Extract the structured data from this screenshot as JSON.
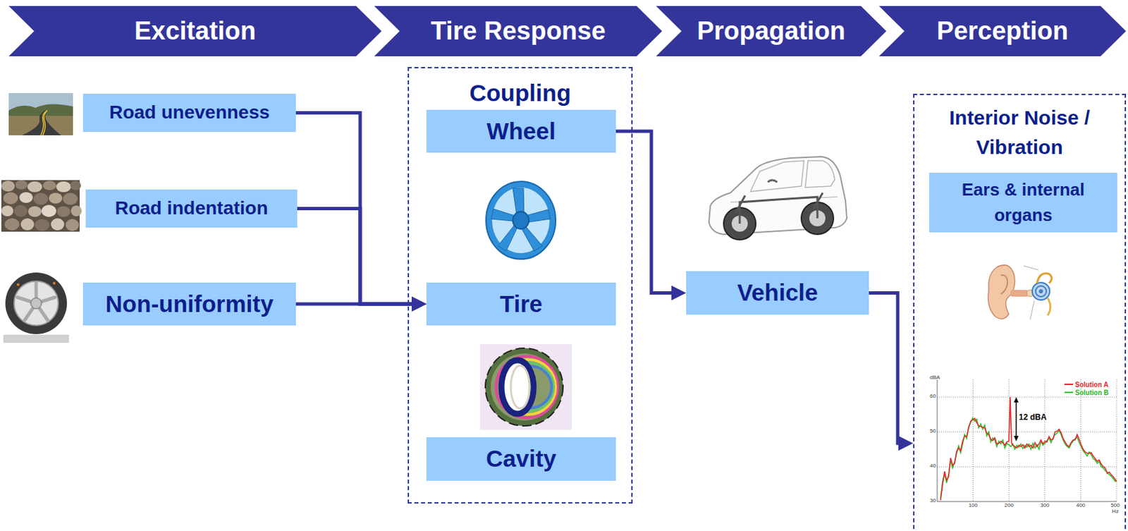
{
  "diagram": {
    "nodes": [
      {
        "text": [
          "Excitation"
        ]
      },
      {
        "text": [
          "Tire Response"
        ]
      },
      {
        "text": [
          "Propagation"
        ]
      },
      {
        "text": [
          "Perception"
        ]
      },
      {
        "text": [
          "Road unevenness"
        ]
      },
      {
        "text": [
          "Road indentation"
        ]
      },
      {
        "text": [
          "Non-uniformity"
        ]
      },
      {
        "text": [
          "Coupling"
        ]
      },
      {
        "text": [
          "Wheel"
        ],
        "in": 7
      },
      {
        "text": [
          "Tire"
        ],
        "in": 7
      },
      {
        "text": [
          "Cavity"
        ],
        "in": 7
      },
      {
        "text": [
          "Vehicle"
        ]
      },
      {
        "text": [
          "Interior Noise / Vibration"
        ]
      },
      {
        "text": [
          "Ears & internal organs"
        ],
        "in": 12
      }
    ],
    "edges": [
      {
        "from": 4,
        "to": 9,
        "arrow": "to"
      },
      {
        "from": 5,
        "to": 9,
        "arrow": "to"
      },
      {
        "from": 6,
        "to": 9,
        "arrow": "to"
      },
      {
        "from": 8,
        "to": 11,
        "arrow": "to"
      },
      {
        "from": 11,
        "to": 12,
        "arrow": "to"
      }
    ],
    "labels": [
      "dBA",
      "12 dBA",
      "60",
      "50",
      "40",
      "30",
      "100",
      "200",
      "300",
      "400",
      "500",
      "Hz"
    ],
    "legend": [
      {
        "text": "Solution A"
      },
      {
        "text": "Solution B"
      }
    ]
  }
}
